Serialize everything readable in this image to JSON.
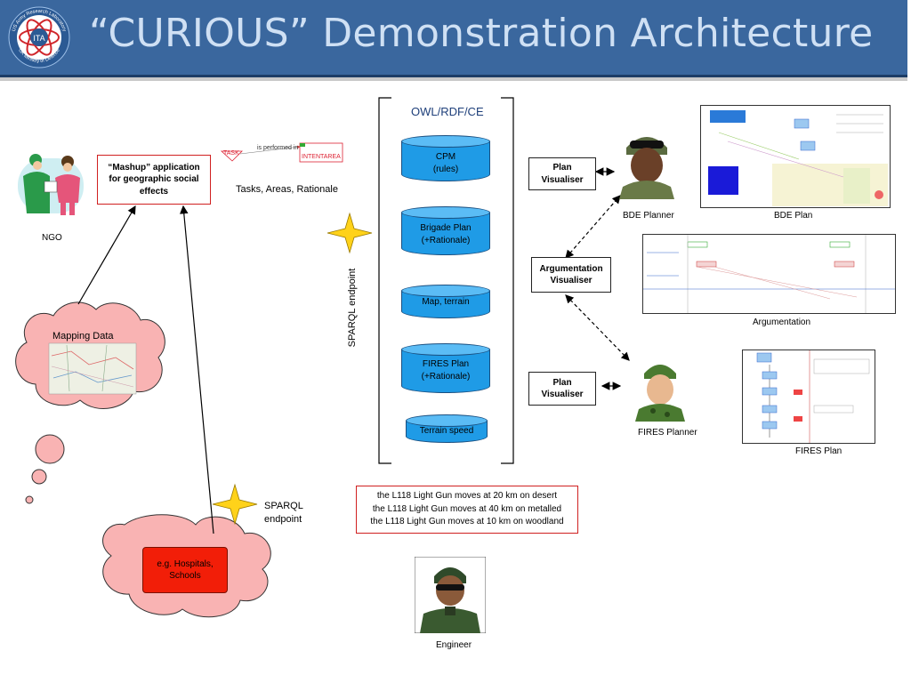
{
  "header": {
    "title": "“CURIOUS” Demonstration Architecture",
    "logo_text": "ITA",
    "logo_ring_top": "US Army Research Laboratory",
    "logo_ring_bottom": "UK Ministry of Defence"
  },
  "mashup_app": {
    "line1": "“Mashup” application",
    "line2": "for geographic social",
    "line3": "effects"
  },
  "task_annotation": {
    "task": "TASK",
    "relation": "is performed in",
    "area": "INTENTAREA"
  },
  "tasks_label": "Tasks, Areas, Rationale",
  "ngo_label": "NGO",
  "mapping_data_label": "Mapping Data",
  "hospitals": {
    "line1": "e.g. Hospitals,",
    "line2": "Schools"
  },
  "sparql_bottom": {
    "line1": "SPARQL",
    "line2": "endpoint"
  },
  "sparql_vertical": "SPARQL endpoint",
  "store_label": "OWL/RDF/CE",
  "stores": [
    {
      "line1": "CPM",
      "line2": "(rules)"
    },
    {
      "line1": "Brigade Plan",
      "line2": "(+Rationale)"
    },
    {
      "line1": "Map, terrain",
      "line2": ""
    },
    {
      "line1": "FIRES Plan",
      "line2": "(+Rationale)"
    },
    {
      "line1": "Terrain speed",
      "line2": ""
    }
  ],
  "facts": [
    "the L118 Light Gun moves at 20 km on desert",
    "the L118 Light Gun moves at 40 km on metalled",
    "the L118 Light Gun moves at 10 km on woodland"
  ],
  "engineer_label": "Engineer",
  "plan_vis_top": {
    "line1": "Plan",
    "line2": "Visualiser"
  },
  "arg_vis": {
    "line1": "Argumentation",
    "line2": "Visualiser"
  },
  "plan_vis_bottom": {
    "line1": "Plan",
    "line2": "Visualiser"
  },
  "bde_planner_label": "BDE Planner",
  "bde_plan_label": "BDE Plan",
  "argumentation_label": "Argumentation",
  "fires_planner_label": "FIRES Planner",
  "fires_plan_label": "FIRES Plan",
  "colors": {
    "header": "#3a679e",
    "title": "#cfe0f4",
    "cloud": "#f9b3b3",
    "cylinder": "#1f9be6",
    "hospital_box": "#f21e08",
    "star": "#ffd21a"
  }
}
